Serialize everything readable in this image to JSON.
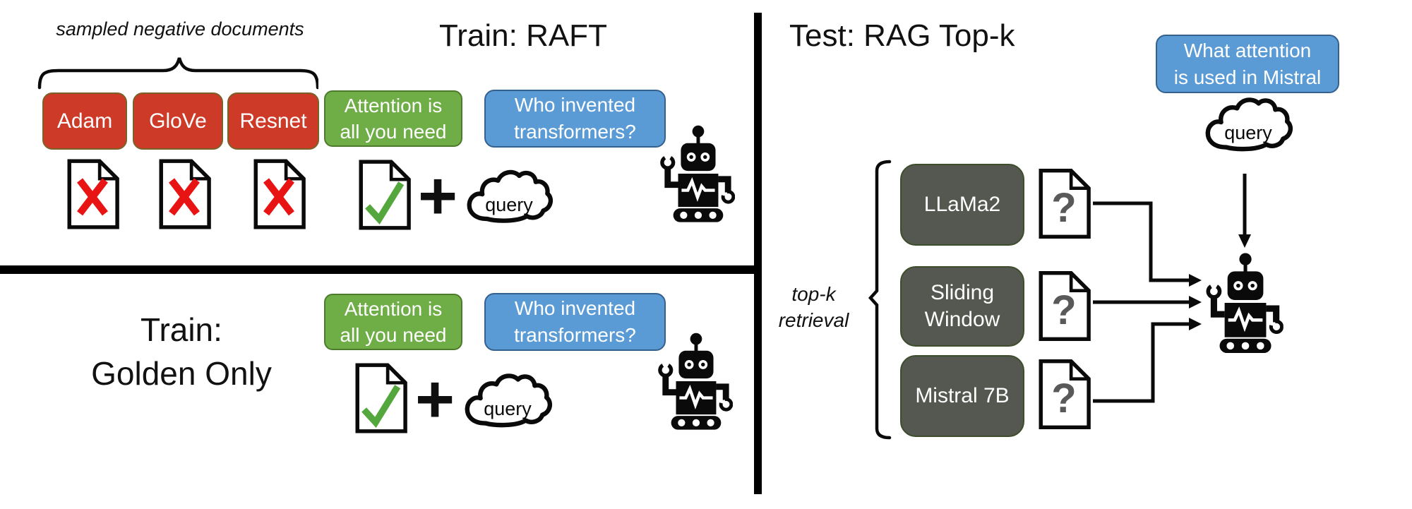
{
  "figure": {
    "train_raft": {
      "title": "Train: RAFT",
      "negatives_caption": "sampled negative documents",
      "negative_boxes": [
        "Adam",
        "GloVe",
        "Resnet"
      ],
      "golden_box": "Attention is\nall you need",
      "plus": "+",
      "query_cloud": "query",
      "question_box": "Who invented\ntransformers?"
    },
    "train_golden": {
      "title": "Train:\nGolden Only",
      "golden_box": "Attention is\nall you need",
      "plus": "+",
      "query_cloud": "query",
      "question_box": "Who invented\ntransformers?"
    },
    "test_rag": {
      "title": "Test: RAG Top-k",
      "question_box": "What attention\nis used in Mistral",
      "query_cloud": "query",
      "retrieval_caption": "top-k\nretrieval",
      "model_boxes": [
        "LLaMa2",
        "Sliding\nWindow",
        "Mistral 7B"
      ],
      "doc_mark": "?"
    }
  },
  "icons": {
    "negative_doc": "document-with-red-x",
    "golden_doc": "document-with-green-check",
    "retrieved_doc": "document-with-question-mark",
    "query": "cloud-shape",
    "model": "robot",
    "plus": "plus-sign",
    "grouping_top": "curly-brace",
    "grouping_right": "square-bracket"
  },
  "colors": {
    "red_box": "#ce3a28",
    "red_box_border": "#7a6128",
    "green_box": "#6fad47",
    "green_box_border": "#4e7a2e",
    "blue_box": "#5b9bd5",
    "blue_box_border": "#35618e",
    "dark_box": "#555851",
    "dark_box_border": "#3e4d2b",
    "x_mark": "#e81414",
    "check_mark": "#54a73c",
    "question_mark": "#595959",
    "ink": "#0a0a0a",
    "background": "#ffffff"
  }
}
